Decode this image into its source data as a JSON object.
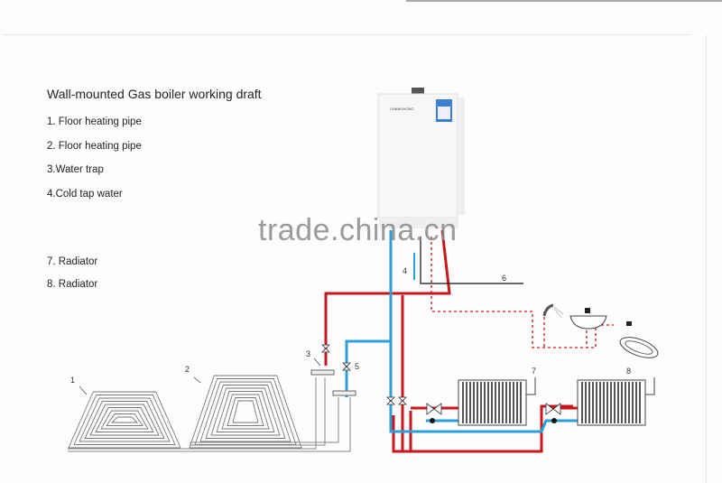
{
  "title": "Wall-mounted Gas boiler working draft",
  "legend": [
    {
      "label": "1. Floor heating pipe"
    },
    {
      "label": "2. Floor heating pipe"
    },
    {
      "label": "3.Water trap"
    },
    {
      "label": "4.Cold tap water"
    },
    {
      "label": "7. Radiator"
    },
    {
      "label": "8. Radiator"
    }
  ],
  "watermark": "trade.china.cn",
  "boiler_brand": "CHANGHONG",
  "callouts": {
    "c1": "1",
    "c2": "2",
    "c3": "3",
    "c4": "4",
    "c5": "5",
    "c6": "6",
    "c7": "7",
    "c8": "8"
  },
  "colors": {
    "hot": "#c8161d",
    "cold": "#2a9fd8",
    "pipe": "#888888",
    "drain": "#111111"
  }
}
